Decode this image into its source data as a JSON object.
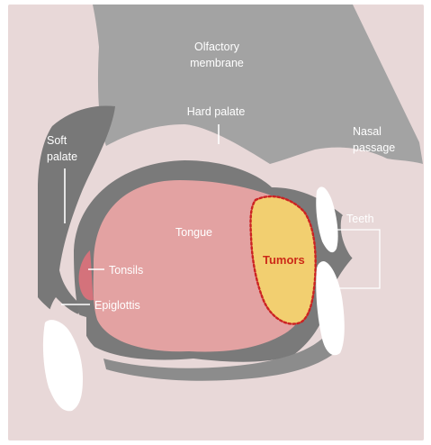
{
  "labels": {
    "olfactory_line1": "Olfactory",
    "olfactory_line2": "membrane",
    "hard_palate": "Hard palate",
    "soft_palate_line1": "Soft",
    "soft_palate_line2": "palate",
    "nasal_line1": "Nasal",
    "nasal_line2": "passage",
    "teeth": "Teeth",
    "tongue": "Tongue",
    "tumors": "Tumors",
    "tonsils": "Tonsils",
    "epiglottis": "Epiglottis"
  },
  "colors": {
    "background": "#ffffff",
    "skin": "#e8d8d8",
    "cavity": "#a2a2a2",
    "dark_cavity": "#767676",
    "tongue": "#e2a2a2",
    "tonsils": "#d5727c",
    "tumor_fill": "#f2cf70",
    "tumor_outline": "#cc2222",
    "tumor_text": "#cc2a18",
    "teeth": "#ffffff",
    "label_text": "#ffffff"
  }
}
